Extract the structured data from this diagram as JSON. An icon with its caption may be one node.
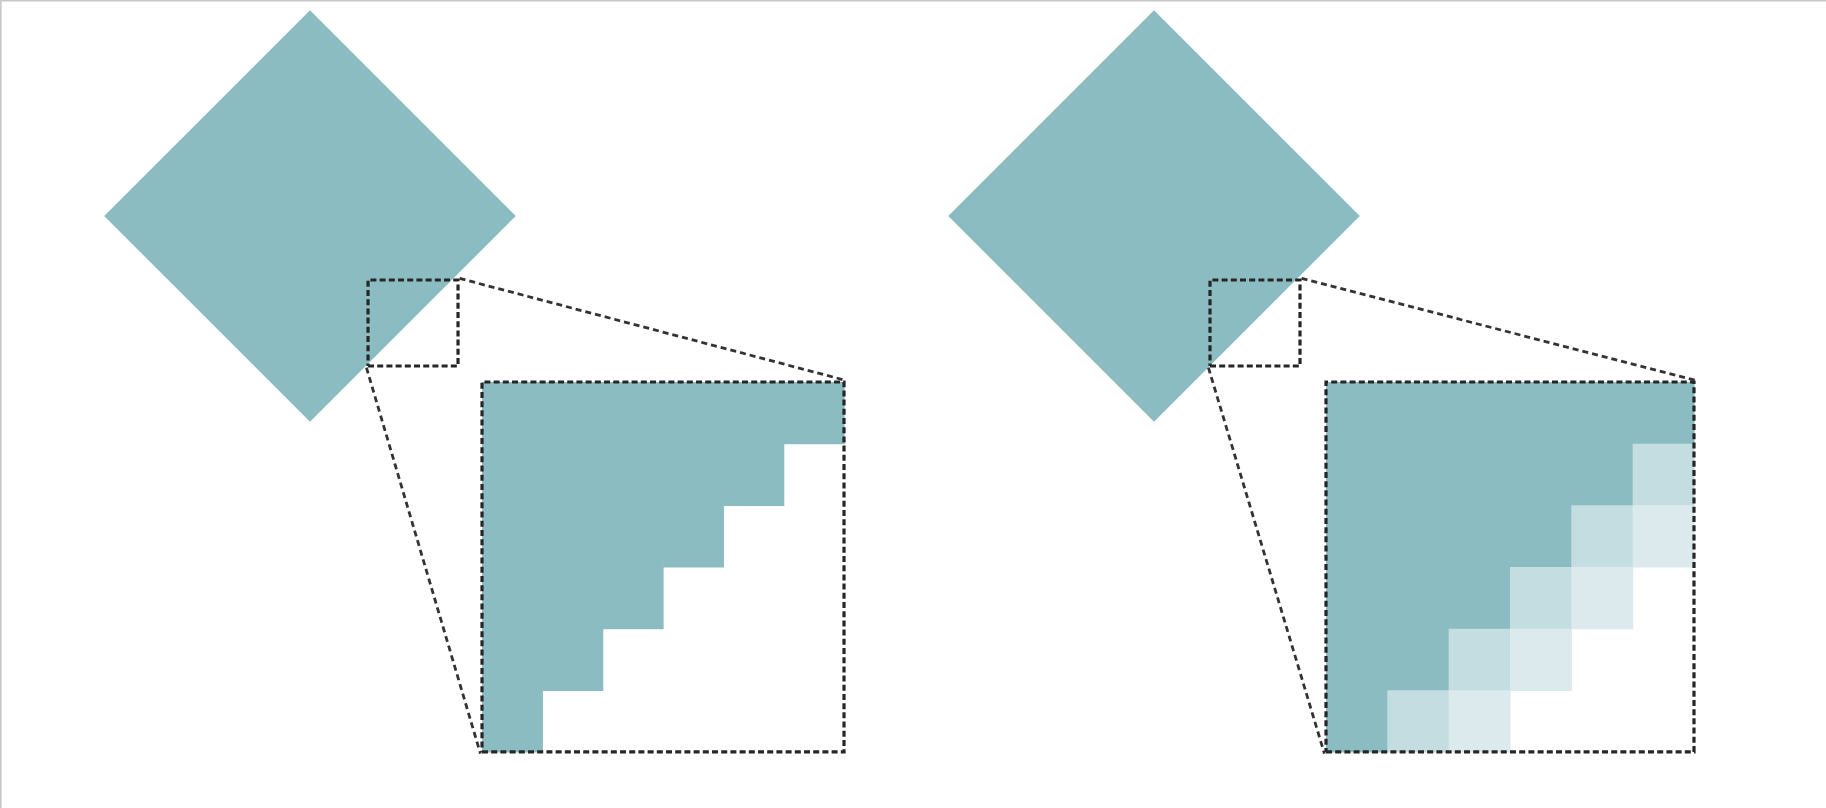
{
  "diagram": {
    "nodes": [
      {
        "text": [],
        "shape": "diamond"
      },
      {
        "text": [],
        "shape": "box"
      },
      {
        "text": [],
        "shape": "box"
      },
      {
        "text": [],
        "shape": "diamond"
      },
      {
        "text": [],
        "shape": "box"
      },
      {
        "text": [],
        "shape": "box"
      }
    ],
    "edges": [
      {
        "from": 1,
        "to": 2,
        "arrow": "none",
        "style": "dashed"
      },
      {
        "from": 1,
        "to": 2,
        "arrow": "none",
        "style": "dashed"
      },
      {
        "from": 4,
        "to": 5,
        "arrow": "none",
        "style": "dashed"
      },
      {
        "from": 4,
        "to": 5,
        "arrow": "none",
        "style": "dashed"
      }
    ]
  }
}
